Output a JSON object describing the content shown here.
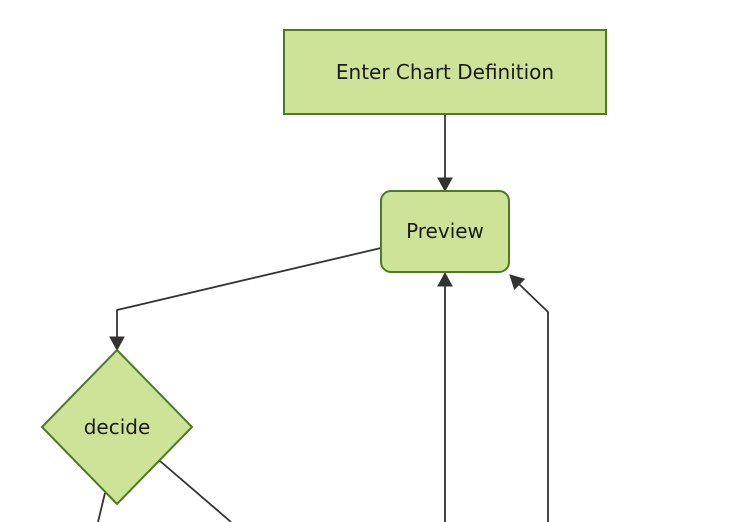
{
  "diagram": {
    "type": "flowchart",
    "direction": "top-down",
    "nodes": [
      {
        "id": "enter-chart-definition",
        "label": "Enter Chart Definition",
        "shape": "rectangle"
      },
      {
        "id": "preview",
        "label": "Preview",
        "shape": "rounded-rectangle"
      },
      {
        "id": "decide",
        "label": "decide",
        "shape": "diamond"
      }
    ],
    "edges": [
      {
        "from": "enter-chart-definition",
        "to": "preview",
        "style": "arrow"
      },
      {
        "from": "preview",
        "to": "decide",
        "style": "arrow"
      },
      {
        "from": "decide",
        "to": "offscreen-bottom-left",
        "style": "line-cropped"
      },
      {
        "from": "decide",
        "to": "offscreen-bottom-right",
        "style": "line-cropped"
      },
      {
        "from": "offscreen-bottom-center",
        "to": "preview",
        "style": "arrow"
      },
      {
        "from": "offscreen-bottom-right",
        "to": "preview",
        "style": "arrow"
      }
    ]
  },
  "colors": {
    "background": "#ffffff",
    "node_fill": "#cde498",
    "node_stroke": "#4e7a25",
    "edge_stroke": "#333333",
    "text": "#1a1a1a"
  }
}
